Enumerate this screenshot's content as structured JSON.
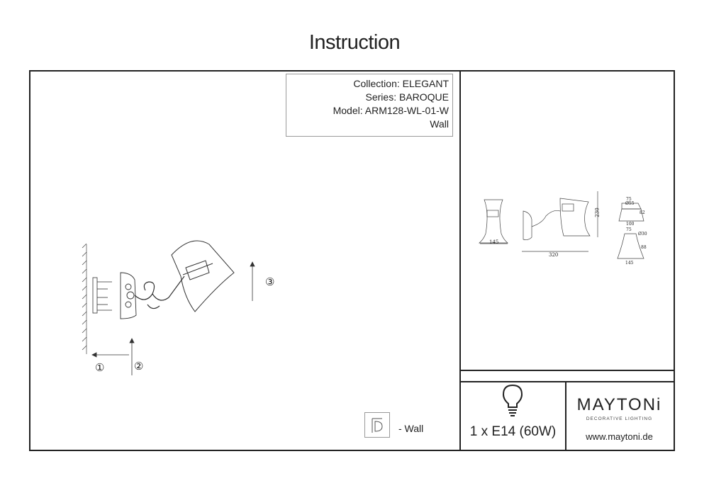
{
  "document": {
    "title": "Instruction"
  },
  "info": {
    "collection": "Collection: ELEGANT",
    "series": "Series: BAROQUE",
    "model": "Model: ARM128-WL-01-W",
    "type": "Wall"
  },
  "assembly": {
    "step1": "①",
    "step2": "②",
    "step3": "③"
  },
  "dimensions": {
    "base_width": "145",
    "length": "320",
    "height": "230",
    "top_dia": "75",
    "mid_dia": "Ø55",
    "shade_height": "82",
    "shade_bottom": "100",
    "top_dia_2": "75",
    "mid_dia_2": "Ø30",
    "shade_height_2": "88",
    "bottom_dia": "145"
  },
  "legend": {
    "wall": "- Wall"
  },
  "spec": {
    "bulb": "1 x E14 (60W)"
  },
  "brand": {
    "name": "MAYTONi",
    "tagline": "DECORATIVE LIGHTING",
    "url": "www.maytoni.de"
  }
}
